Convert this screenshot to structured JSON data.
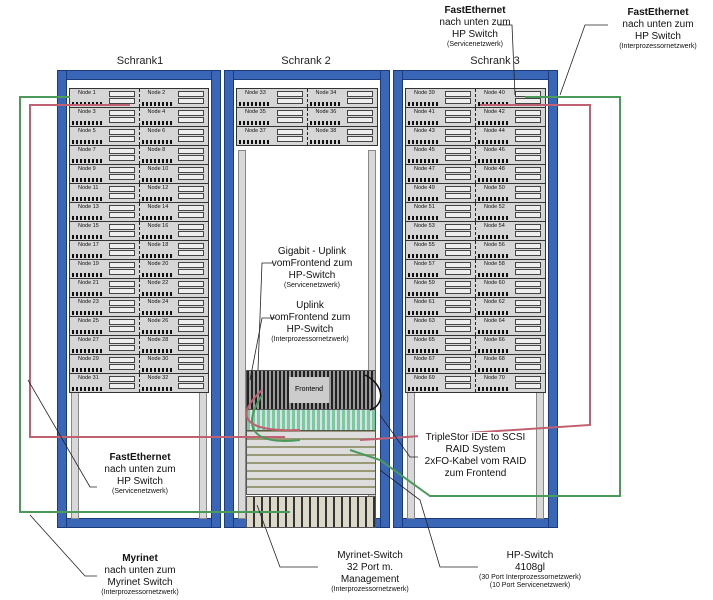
{
  "cabinets": [
    {
      "title": "Schrank1",
      "nodes_from": 1,
      "nodes_to": 32
    },
    {
      "title": "Schrank 2",
      "nodes_from": 33,
      "nodes_to": 38
    },
    {
      "title": "Schrank 3",
      "nodes_from": 39,
      "nodes_to": 70
    }
  ],
  "node_prefix": "Node ",
  "devices": {
    "frontend": "Frontend"
  },
  "labels": {
    "fe_top": {
      "bold": "FastEthernet",
      "l1": "nach unten zum",
      "l2": "HP Switch",
      "small": "(Servicenetzwerk)"
    },
    "fe_topright": {
      "bold": "FastEthernet",
      "l1": "nach unten zum",
      "l2": "HP Switch",
      "small": "(Interprozessornetzwerk)"
    },
    "gigabit": {
      "l1": "Gigabit - Uplink",
      "l2": "vomFrontend zum",
      "l3": "HP-Switch",
      "small": "(Servicenetzwerk)"
    },
    "uplink": {
      "l1": "Uplink",
      "l2": "vomFrontend zum",
      "l3": "HP-Switch",
      "small": "(Interprozessornetzwerk)"
    },
    "triplestor": {
      "l1": "TripleStor IDE to SCSI",
      "l2": "RAID System",
      "l3": "2xFO-Kabel vom RAID",
      "l4": "zum Frontend"
    },
    "fe_bottom": {
      "bold": "FastEthernet",
      "l1": "nach unten zum",
      "l2": "HP Switch",
      "small": "(Servicenetzwerk)"
    },
    "myrinet": {
      "bold": "Myrinet",
      "l1": "nach unten zum",
      "l2": "Myrinet Switch",
      "small": "(Interprozessornetzwerk)"
    },
    "myrinet_switch": {
      "l1": "Myrinet-Switch",
      "l2": "32 Port m.",
      "l3": "Management",
      "small": "(Interprozessornetzwerk)"
    },
    "hp_switch": {
      "l1": "HP-Switch",
      "l2": "4108gl",
      "small1": "(30 Port Interprozessornetzwerk)",
      "small2": "(10 Port Servicenetzwerk)"
    }
  },
  "colors": {
    "frame": "#3a66b8",
    "service_cable": "#c06070",
    "interprocessor_cable": "#4a9a5a"
  }
}
